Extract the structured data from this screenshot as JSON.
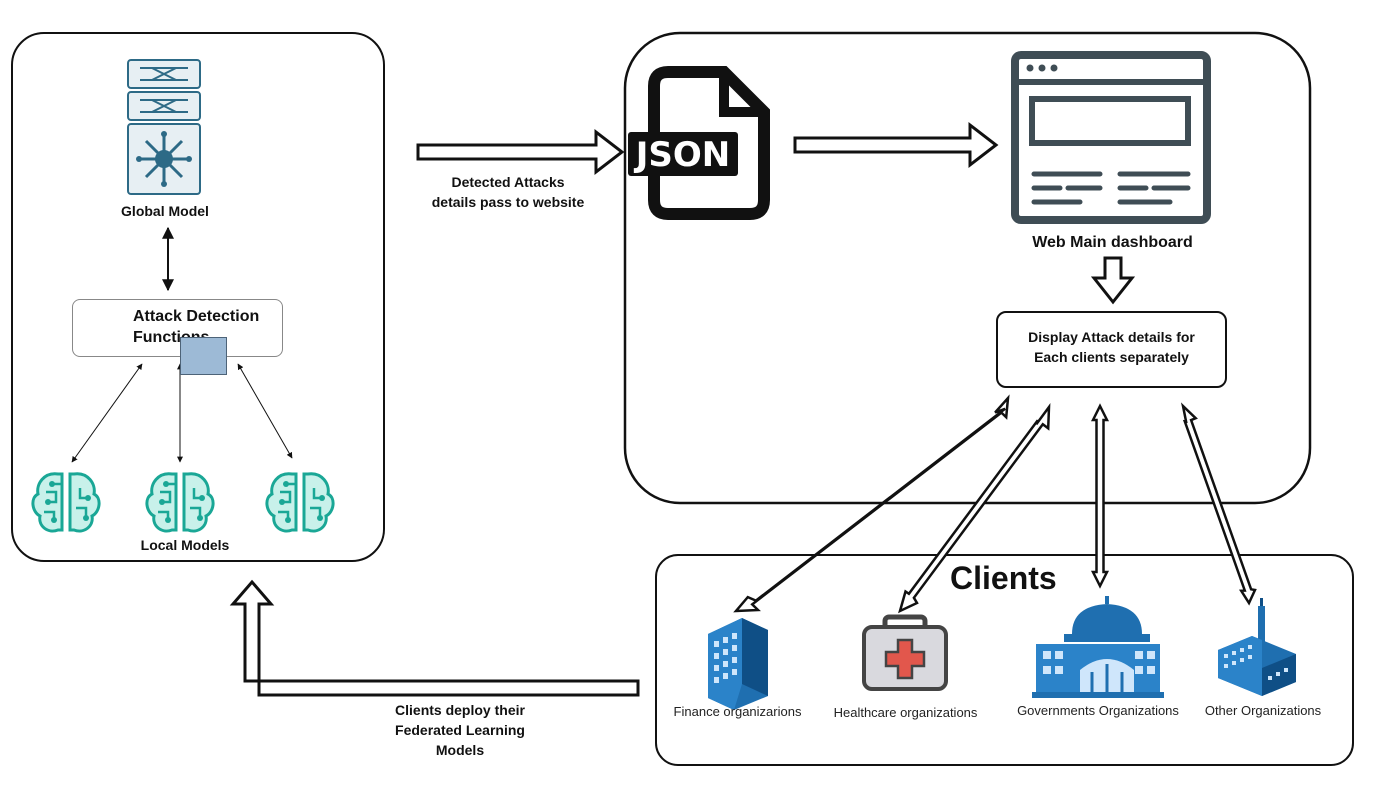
{
  "left_panel": {
    "global_model_label": "Global Model",
    "attack_detection_label": "Attack Detection Functions",
    "local_models_label": "Local Models"
  },
  "flow_labels": {
    "detected_attacks": "Detected Attacks\ndetails pass to website",
    "clients_deploy": "Clients deploy their\nFederated Learning\nModels"
  },
  "right_panel": {
    "json_text": "JSON",
    "dashboard_label": "Web Main dashboard",
    "display_label": "Display Attack details for\nEach clients separately"
  },
  "clients_panel": {
    "title": "Clients",
    "items": [
      {
        "label": "Finance organizarions",
        "icon": "building-icon"
      },
      {
        "label": "Healthcare organizations",
        "icon": "first-aid-kit-icon"
      },
      {
        "label": "Governments Organizations",
        "icon": "government-building-icon"
      },
      {
        "label": "Other Organizations",
        "icon": "office-complex-icon"
      }
    ]
  },
  "colors": {
    "teal": "#1aa796",
    "teal_light": "#bfeee6",
    "slate": "#2d6a86",
    "slate_bg": "#e7eff3",
    "json_doc": "#111111",
    "dashboard": "#3f4d55",
    "blue_building": "#1f6fb0",
    "medical_red": "#e2574c",
    "adf_green": "#7cb342"
  }
}
